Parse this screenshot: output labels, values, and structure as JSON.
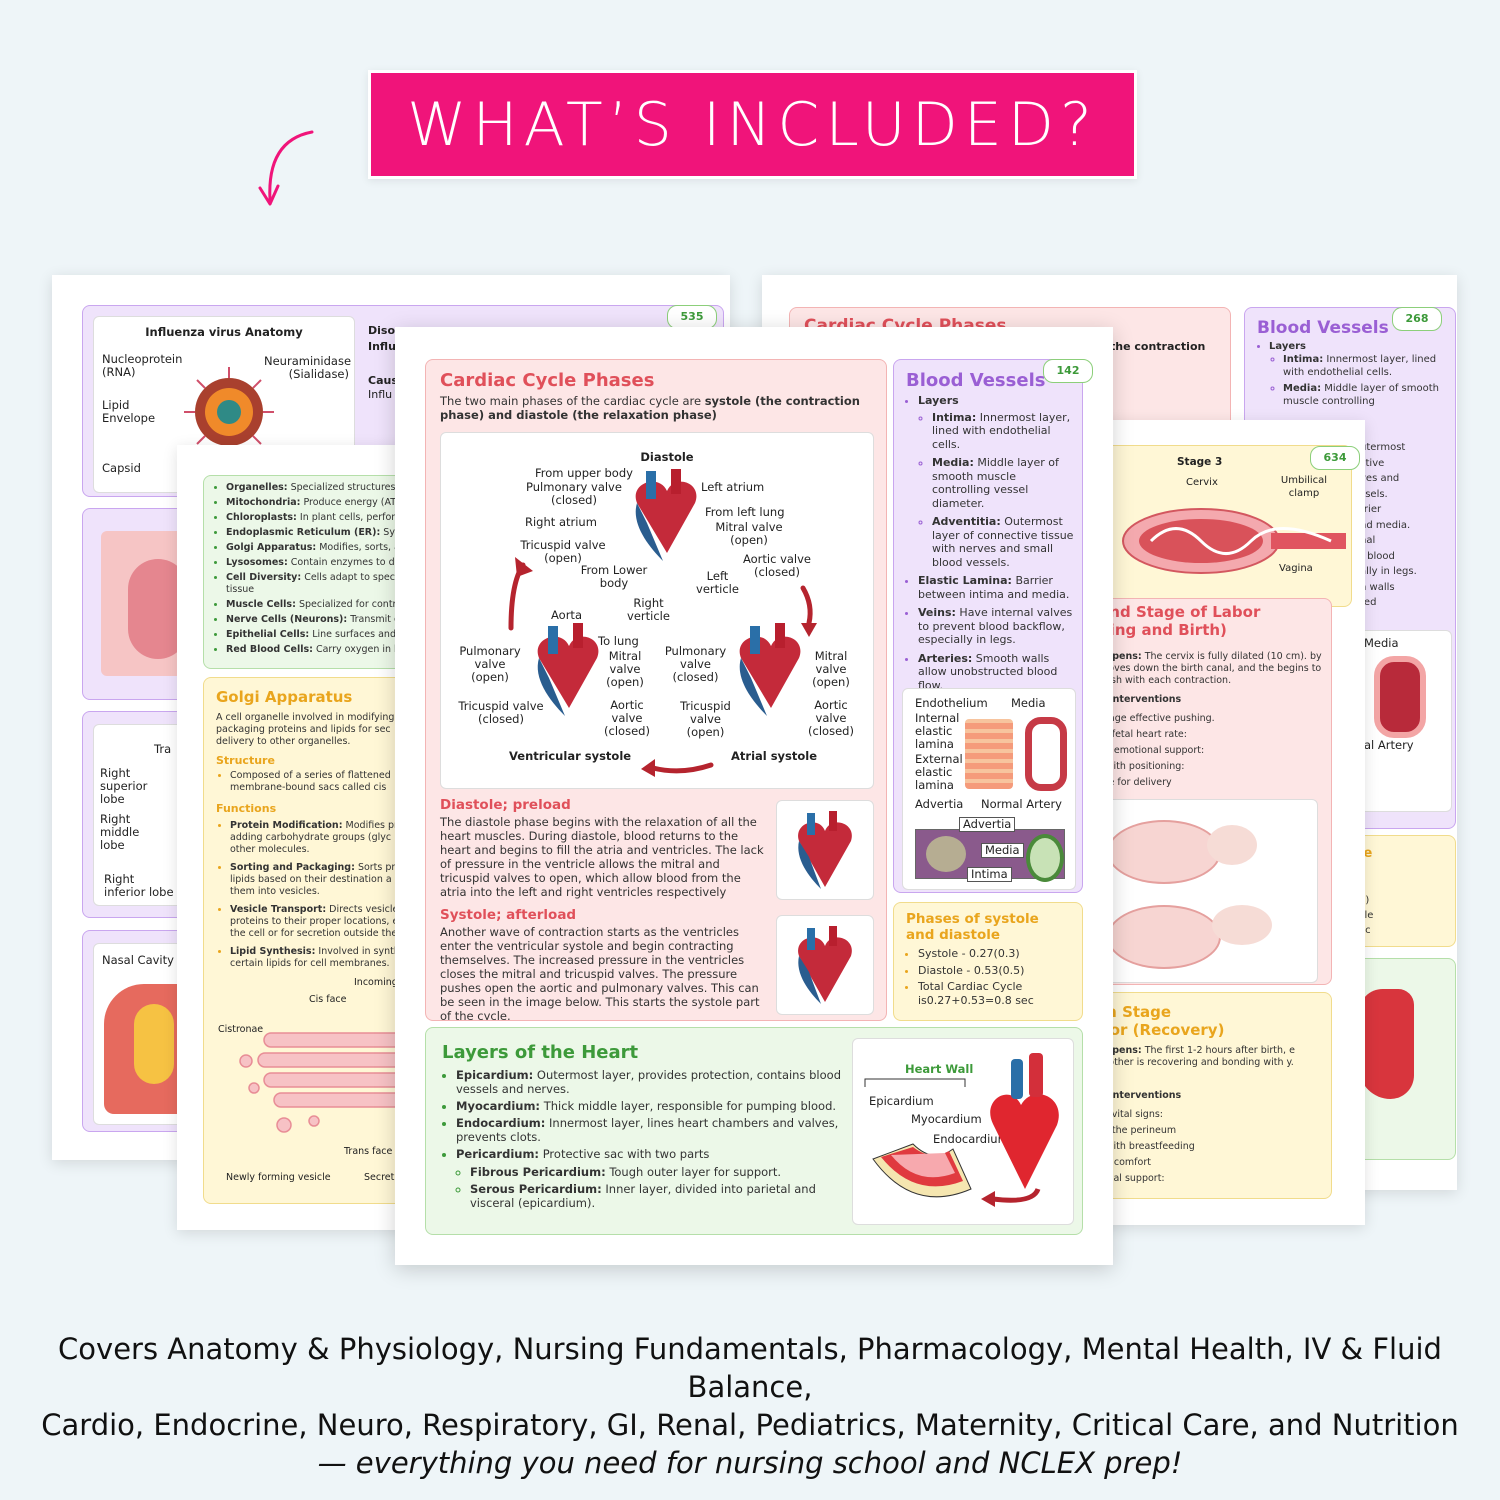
{
  "banner": {
    "title": "WHAT’S INCLUDED?"
  },
  "footer": {
    "line1": "Covers Anatomy & Physiology, Nursing Fundamentals, Pharmacology, Mental Health, IV & Fluid Balance,",
    "line2": "Cardio, Endocrine, Neuro, Respiratory, GI, Renal, Pediatrics, Maternity, Critical Care, and Nutrition",
    "line3": "— everything you need for nursing school and NCLEX prep!"
  },
  "back_left": {
    "page_number": "535",
    "influenza_title": "Influenza virus Anatomy",
    "labels": [
      "Nucleoprotein (RNA)",
      "Neuraminidase (Sialidase)",
      "Lipid Envelope",
      "Capsid"
    ],
    "right_lobe_labels": [
      "Right superior lobe",
      "Right middle lobe",
      "Right inferior lobe"
    ],
    "nasal": "Nasal Cavity",
    "col_a": "Diso",
    "col_b": "Influ",
    "col_c": "Caus",
    "col_d": "Influ",
    "tra": "Tra"
  },
  "back_right": {
    "page_number": "268",
    "cardiac_title": "Cardiac Cycle Phases",
    "contraction": "the contraction",
    "blood_vessels": "Blood Vessels",
    "layers": "Layers",
    "intima_b": "Intima:",
    "intima": "Innermost layer, lined with endothelial cells.",
    "media_b": "Media:",
    "media": "Middle layer of smooth muscle controlling",
    "fragments": [
      "utermost",
      "ctive",
      "ves and",
      "ssels.",
      "rrier",
      "nd media.",
      "nal",
      "t blood",
      "ally in legs.",
      "h walls",
      "ted"
    ],
    "media_label": "Media",
    "artery_label": "al Artery",
    "side": [
      "le",
      ")",
      "5)",
      "cle",
      "ec"
    ]
  },
  "middle_left": {
    "organelles": [
      {
        "b": "Organelles:",
        "t": "Specialized structures in"
      },
      {
        "b": "Mitochondria:",
        "t": "Produce energy (ATP"
      },
      {
        "b": "Chloroplasts:",
        "t": "In plant cells, perform"
      },
      {
        "b": "Endoplasmic Reticulum (ER):",
        "t": "Synth"
      },
      {
        "b": "Golgi Apparatus:",
        "t": "Modifies, sorts, an"
      },
      {
        "b": "Lysosomes:",
        "t": "Contain enzymes to dig"
      },
      {
        "b": "Cell Diversity:",
        "t": "Cells adapt to speci their tissue"
      },
      {
        "b": "Muscle Cells:",
        "t": "Specialized for contra"
      },
      {
        "b": "Nerve Cells (Neurons):",
        "t": "Transmit ele"
      },
      {
        "b": "Epithelial Cells:",
        "t": "Line surfaces and c"
      },
      {
        "b": "Red Blood Cells:",
        "t": "Carry oxygen in blo"
      }
    ],
    "golgi_title": "Golgi Apparatus",
    "golgi_desc": "A cell organelle involved in modifying, packaging proteins and lipids for sec delivery to other organelles.",
    "structure": "Structure",
    "structure_item": "Composed of a series of flattened membrane-bound sacs called cis",
    "functions": "Functions",
    "functions_items": [
      {
        "b": "Protein Modification:",
        "t": "Modifies pro adding carbohydrate groups (glyc other molecules."
      },
      {
        "b": "Sorting and Packaging:",
        "t": "Sorts prot lipids based on their destination a them into vesicles."
      },
      {
        "b": "Vesicle Transport:",
        "t": "Directs vesicles proteins to their proper locations, e the cell or for secretion outside the"
      },
      {
        "b": "Lipid Synthesis:",
        "t": "Involved in synthe certain lipids for cell membranes."
      }
    ],
    "golgi_labels": [
      "Incoming tran",
      "Cis face",
      "Cistronae",
      "Trans face",
      "Newly forming vesicle",
      "Secret"
    ]
  },
  "middle_right": {
    "page_number": "634",
    "stage3": "Stage 3",
    "labels": [
      "Cervix",
      "Umbilical clamp",
      "Vagina"
    ],
    "second_stage": "ond Stage of Labor",
    "second_stage2": "hing and Birth)",
    "appens": "appens:",
    "appens_text": "The cervix is fully dilated (10 cm). by moves down the birth canal, and the begins to push with each contraction.",
    "interventions": "g Interventions",
    "items": [
      "urage effective pushing.",
      "or fetal heart rate:",
      "de emotional support:",
      "t with positioning:",
      "are for delivery"
    ],
    "fourth": "th Stage",
    "fourth2": "bor (Recovery)",
    "appens2_text": "The first 1-2 hours after birth, e mother is recovering and bonding with y.",
    "interventions2": "g Interventions",
    "items2": [
      "or vital signs:",
      "ss the perineum",
      "t with breastfeeding",
      "de comfort",
      "ional support:"
    ]
  },
  "front": {
    "page_number": "142",
    "cardiac": {
      "title": "Cardiac Cycle Phases",
      "intro_a": "The two main phases of the cardiac cycle are ",
      "intro_b": "systole (the contraction phase) and diastole (the relaxation phase)",
      "diastole_title": "Diastole",
      "labels_top": [
        "From upper body",
        "Pulmonary valve (closed)",
        "Right atrium",
        "Tricuspid valve (open)",
        "From Lower body",
        "Right verticle",
        "Left atrium",
        "From left lung",
        "Mitral valve (open)",
        "Aortic valve (closed)",
        "Left verticle"
      ],
      "labels_left": [
        "Aorta",
        "To lung",
        "Pulmonary valve (open)",
        "Mitral valve (open)",
        "Tricuspid valve (closed)",
        "Aortic valve (closed)"
      ],
      "labels_right": [
        "Pulmonary valve (closed)",
        "Mitral valve (open)",
        "Tricuspid valve (open)",
        "Aortic valve (closed)"
      ],
      "ventricular": "Ventricular systole",
      "atrial": "Atrial systole",
      "diastole_h": "Diastole; preload",
      "diastole_p": "The diastole phase begins with the relaxation of all the heart muscles. During diastole, blood returns to the heart and begins to fill the atria and ventricles. The lack of pressure in the ventricle allows the mitral and tricuspid valves to open, which allow blood from the atria into the left and right ventricles respectively",
      "systole_h": "Systole; afterload",
      "systole_p": "Another wave of contraction starts as the ventricles enter the ventricular systole and begin contracting themselves. The increased pressure in the ventricles closes the mitral and tricuspid valves. The pressure pushes open the aortic and pulmonary valves. This can be seen in the image below. This starts the systole part of the cycle."
    },
    "vessels": {
      "title": "Blood Vessels",
      "layers": "Layers",
      "items": [
        {
          "b": "Intima:",
          "t": "Innermost layer, lined with endothelial cells."
        },
        {
          "b": "Media:",
          "t": "Middle layer of smooth muscle controlling vessel diameter."
        },
        {
          "b": "Adventitia:",
          "t": "Outermost layer of connective tissue with nerves and small blood vessels."
        }
      ],
      "items2": [
        {
          "b": "Elastic Lamina:",
          "t": "Barrier between intima and media."
        },
        {
          "b": "Veins:",
          "t": "Have internal valves to prevent blood backflow, especially in legs."
        },
        {
          "b": "Arteries:",
          "t": "Smooth walls allow unobstructed blood flow."
        }
      ],
      "diagram_labels": [
        "Endothelium",
        "Media",
        "Internal elastic lamina",
        "External elastic lamina",
        "Advertia",
        "Normal Artery",
        "Advertia",
        "Media",
        "Intima"
      ]
    },
    "phases": {
      "title": "Phases of systole and diastole",
      "items": [
        "Systole - 0.27(0.3)",
        "Diastole - 0.53(0.5)",
        "Total Cardiac Cycle is0.27+0.53=0.8 sec"
      ]
    },
    "layers": {
      "title": "Layers of the Heart",
      "items": [
        {
          "b": "Epicardium:",
          "t": "Outermost layer, provides protection, contains blood vessels and nerves."
        },
        {
          "b": "Myocardium:",
          "t": "Thick middle layer, responsible for pumping blood."
        },
        {
          "b": "Endocardium:",
          "t": "Innermost layer, lines heart chambers and valves, prevents clots."
        },
        {
          "b": "Pericardium:",
          "t": "Protective sac with two parts"
        }
      ],
      "sub": [
        {
          "b": "Fibrous Pericardium:",
          "t": "Tough outer layer for support."
        },
        {
          "b": "Serous Pericardium:",
          "t": "Inner layer, divided into parietal and visceral (epicardium)."
        }
      ],
      "diagram_title": "Heart Wall",
      "diagram_labels": [
        "Epicardium",
        "Myocardium",
        "Endocardium"
      ]
    }
  },
  "colors": {
    "accent": "#f0147a",
    "pink_head": "#e0505a",
    "purple_head": "#9a5fd4",
    "green_head": "#3d9a3a",
    "yellow_head": "#e9a51d"
  }
}
